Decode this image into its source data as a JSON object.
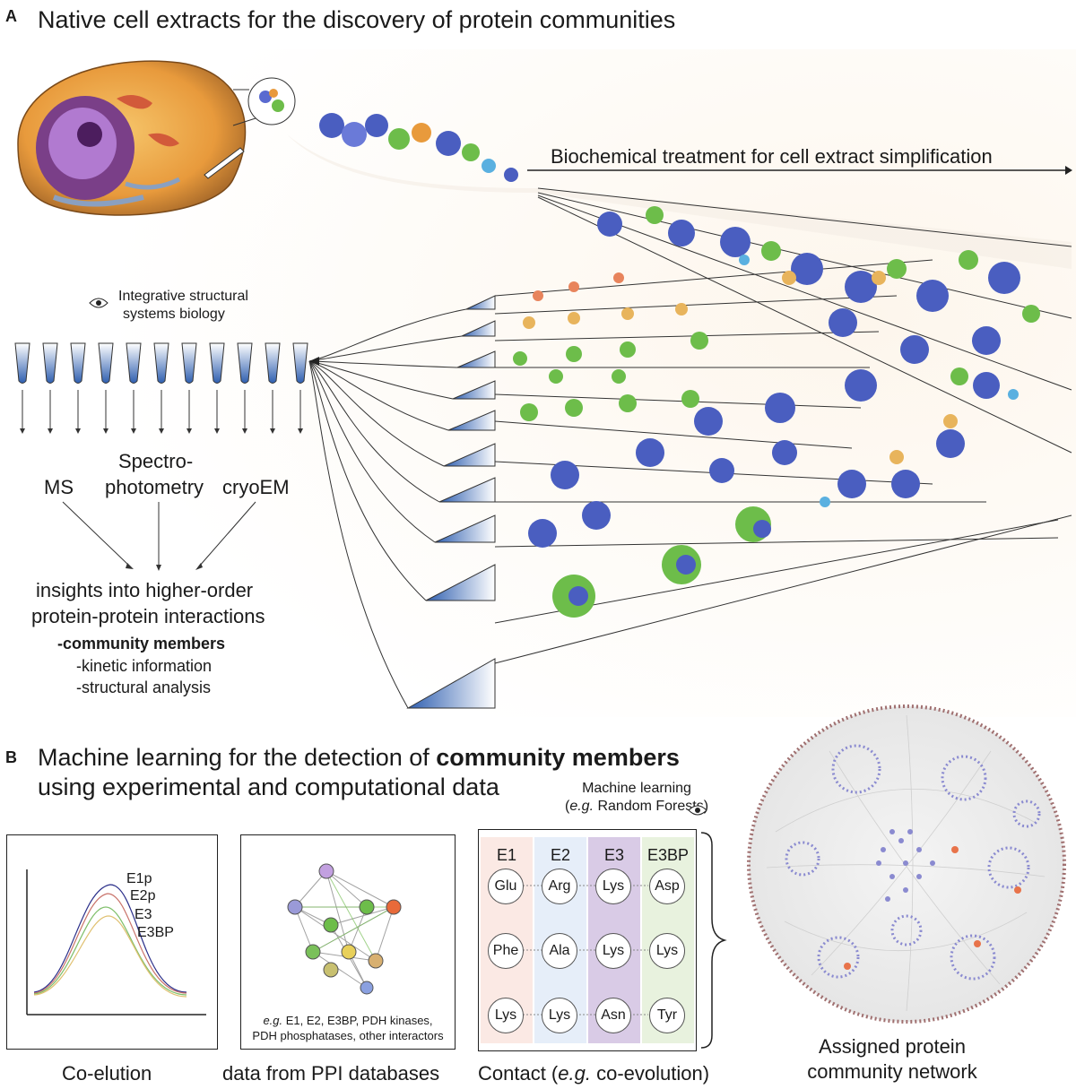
{
  "panel_a": {
    "letter": "A",
    "title": "Native cell extracts for the discovery of protein communities",
    "treatment_label": "Biochemical treatment for cell extract simplification",
    "integrative_label_1": "Integrative structural",
    "integrative_label_2": "systems biology",
    "methods": {
      "ms": "MS",
      "spectro_1": "Spectro-",
      "spectro_2": "photometry",
      "cryoem": "cryoEM"
    },
    "insights_1": "insights into higher-order",
    "insights_2": "protein-protein interactions",
    "bullets": {
      "community": "-community members",
      "kinetic": "-kinetic information",
      "structural": "-structural analysis"
    }
  },
  "panel_b": {
    "letter": "B",
    "title_pre": "Machine learning for the detection of ",
    "title_bold": "community members",
    "title_line2": "using experimental and computational data",
    "ml_label_1": "Machine learning",
    "ml_label_2_em": "e.g.",
    "ml_label_2_rest": " Random Forests)",
    "ml_label_2_open": "(",
    "coelution": {
      "caption": "Co-elution",
      "curve_labels": [
        "E1p",
        "E2p",
        "E3",
        "E3BP"
      ],
      "colors": [
        "#2b2f8a",
        "#c9736a",
        "#7fbf6a",
        "#e0c070"
      ]
    },
    "ppi": {
      "caption": "data from PPI databases",
      "note_em": "e.g.",
      "note_line1_rest": " E1, E2, E3BP, PDH kinases,",
      "note_line2": "PDH phosphatases, other interactors"
    },
    "contact": {
      "caption_pre": "Contact (",
      "caption_em": "e.g.",
      "caption_post": " co-evolution)",
      "columns": [
        {
          "name": "E1",
          "color": "#fbe9e4",
          "residues": [
            "Glu",
            "Phe",
            "Lys"
          ]
        },
        {
          "name": "E2",
          "color": "#e6eef9",
          "residues": [
            "Arg",
            "Ala",
            "Lys"
          ]
        },
        {
          "name": "E3",
          "color": "#d9cbe6",
          "residues": [
            "Lys",
            "Lys",
            "Asn"
          ]
        },
        {
          "name": "E3BP",
          "color": "#e8f2de",
          "residues": [
            "Asp",
            "Lys",
            "Tyr"
          ]
        }
      ]
    },
    "network_caption_1": "Assigned protein",
    "network_caption_2": "community network"
  }
}
